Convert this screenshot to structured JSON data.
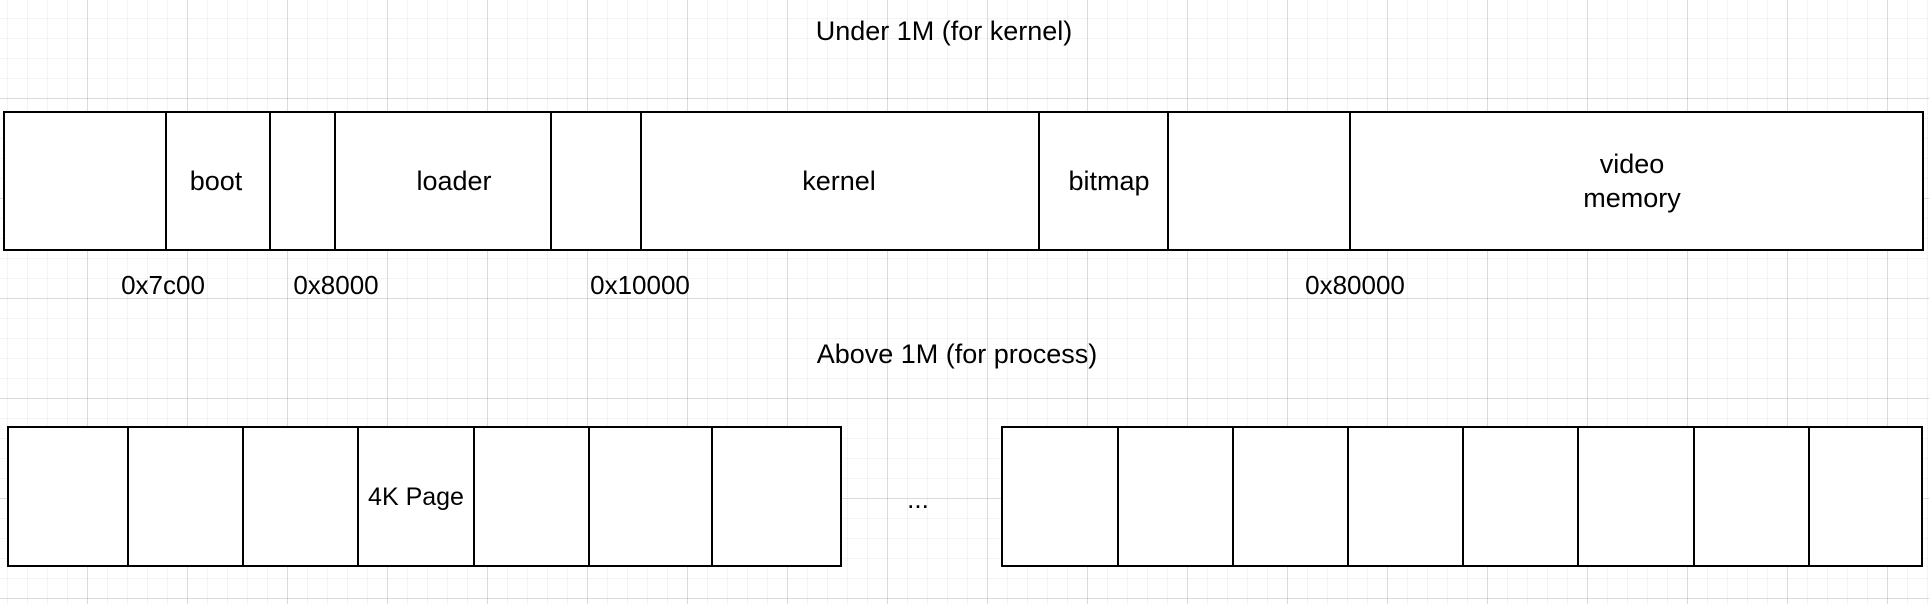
{
  "titles": {
    "under": "Under 1M (for kernel)",
    "above": "Above 1M (for process)"
  },
  "kernel_memory": {
    "segments": [
      "",
      "boot",
      "",
      "loader",
      "",
      "kernel",
      "bitmap",
      "",
      "video\nmemory"
    ]
  },
  "addresses": [
    "0x7c00",
    "0x8000",
    "0x10000",
    "0x80000"
  ],
  "process_memory": {
    "page_label": "4K Page",
    "ellipsis": "..."
  }
}
